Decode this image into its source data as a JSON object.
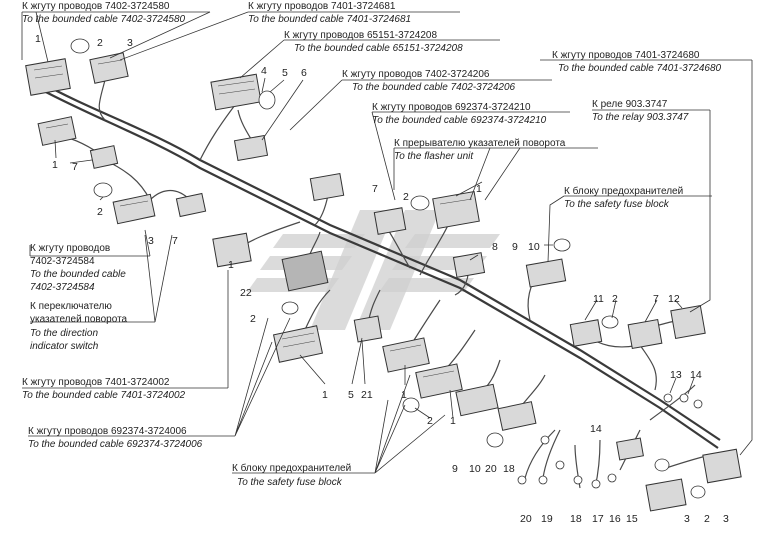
{
  "labels": {
    "b7402_580": {
      "ru": "К жгуту проводов 7402-3724580",
      "en": "To the bounded cable 7402-3724580"
    },
    "b7401_681": {
      "ru": "К жгуту проводов 7401-3724681",
      "en": "To the bounded cable 7401-3724681"
    },
    "b65151": {
      "ru": "К жгуту проводов 65151-3724208",
      "en": "To the bounded cable 65151-3724208"
    },
    "b7402_206": {
      "ru": "К жгуту проводов 7402-3724206",
      "en": "To the bounded cable 7402-3724206"
    },
    "b692374_210": {
      "ru": "К жгуту проводов 692374-3724210",
      "en": "To the bounded cable 692374-3724210"
    },
    "b7401_680": {
      "ru": "К жгуту проводов 7401-3724680",
      "en": "To the bounded cable 7401-3724680"
    },
    "relay": {
      "ru": "К реле 903.3747",
      "en": "To the relay 903.3747"
    },
    "flasher": {
      "ru": "К прерывателю указателей поворота",
      "en": "To the flasher unit"
    },
    "fuse_top": {
      "ru": "К блоку предохранителей",
      "en": "To the safety fuse block"
    },
    "b7402_584": {
      "ru1": "К жгуту проводов",
      "ru2": "7402-3724584",
      "en1": "To the bounded cable",
      "en2": "7402-3724584"
    },
    "switch": {
      "ru1": "К переключателю",
      "ru2": "указателей поворота",
      "en1": "To the direction",
      "en2": "indicator switch"
    },
    "b7401_002": {
      "ru": "К жгуту проводов 7401-3724002",
      "en": "To the bounded cable 7401-3724002"
    },
    "b692374_006": {
      "ru": "К жгуту проводов 692374-3724006",
      "en": "To the bounded cable 692374-3724006"
    },
    "fuse_bottom": {
      "ru": "К блоку предохранителей",
      "en": "To the safety fuse block"
    }
  },
  "callouts": [
    "1",
    "2",
    "3",
    "1",
    "7",
    "2",
    "3",
    "7",
    "4",
    "5",
    "6",
    "7",
    "1",
    "2",
    "8",
    "9",
    "10",
    "1",
    "22",
    "2",
    "1",
    "5",
    "21",
    "1",
    "2",
    "1",
    "11",
    "2",
    "7",
    "12",
    "13",
    "14",
    "14",
    "9",
    "10",
    "20",
    "18",
    "20",
    "19",
    "18",
    "17",
    "16",
    "15",
    "3",
    "2",
    "3"
  ],
  "colors": {
    "ink": "#333333",
    "connector": "#d9d9d9",
    "watermark": "#cfcfcf"
  }
}
